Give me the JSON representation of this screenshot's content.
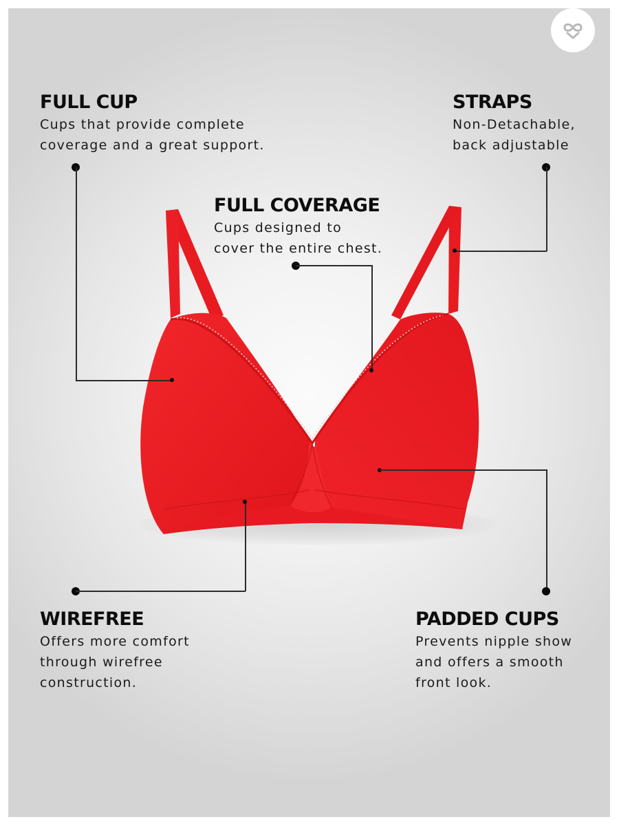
{
  "brand": {
    "logo_icon": "infinity-heart-icon",
    "accent_color": "#e8171e",
    "background_color": "#e6e6e6"
  },
  "product": {
    "type": "padded wirefree full coverage bra",
    "color_name": "red",
    "color_hex": "#ea1c22"
  },
  "features": {
    "full_cup": {
      "title": "FULL CUP",
      "desc_line1": "Cups that provide complete",
      "desc_line2": "coverage and a great support."
    },
    "straps": {
      "title": "STRAPS",
      "desc_line1": "Non-Detachable,",
      "desc_line2": "back adjustable"
    },
    "full_coverage": {
      "title": "FULL COVERAGE",
      "desc_line1": "Cups designed to",
      "desc_line2": "cover the entire chest."
    },
    "wirefree": {
      "title": "WIREFREE",
      "desc_line1": "Offers more comfort",
      "desc_line2": "through wirefree",
      "desc_line3": "construction."
    },
    "padded_cups": {
      "title": "PADDED CUPS",
      "desc_line1": "Prevents nipple show",
      "desc_line2": "and offers a smooth",
      "desc_line3": "front look."
    }
  }
}
